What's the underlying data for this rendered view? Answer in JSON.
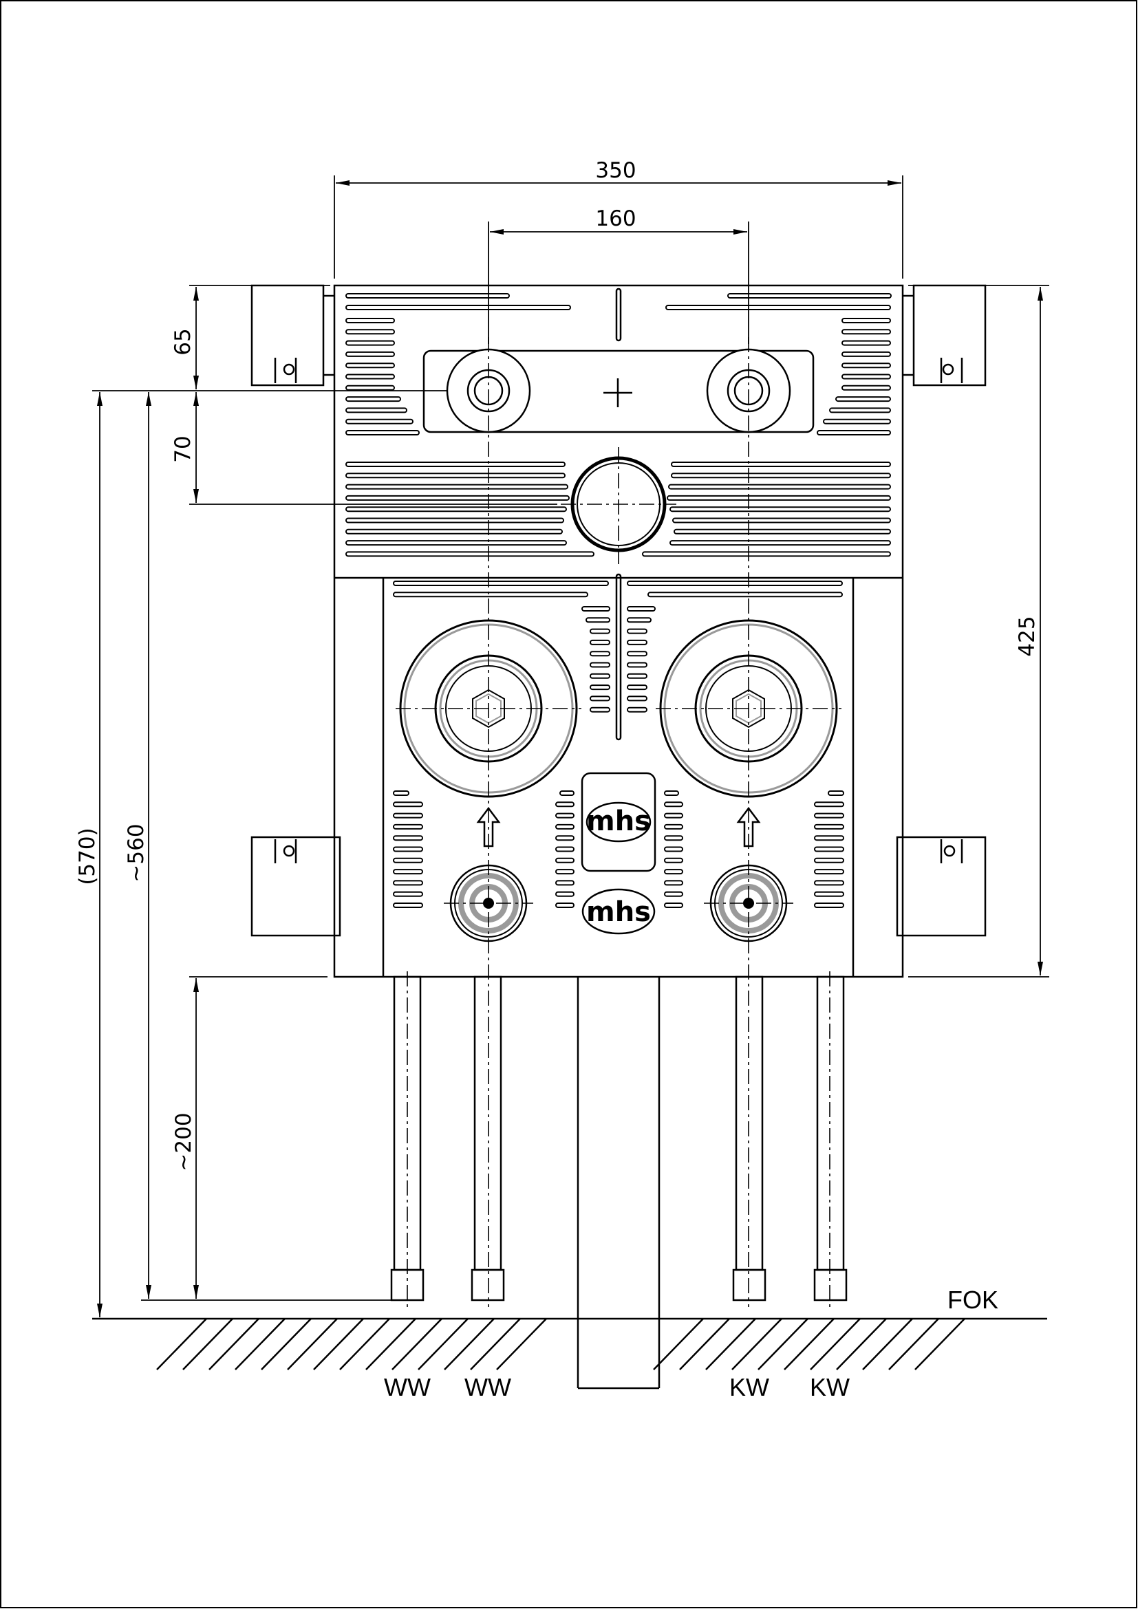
{
  "dimensions": {
    "overall_width": "350",
    "valve_spacing": "160",
    "top_to_valves": "65",
    "valves_to_drain": "70",
    "box_height": "425",
    "height_570": "(570)",
    "height_560": "~560",
    "height_200": "~200"
  },
  "labels": {
    "floor": "FOK",
    "pipe_1": "WW",
    "pipe_2": "WW",
    "pipe_3": "KW",
    "pipe_4": "KW"
  },
  "logos": {
    "logo_upper": "mhs",
    "logo_lower": "mhs"
  },
  "colors": {
    "line": "#000000",
    "grey_ring": "#9a9a9a",
    "background": "#ffffff"
  }
}
